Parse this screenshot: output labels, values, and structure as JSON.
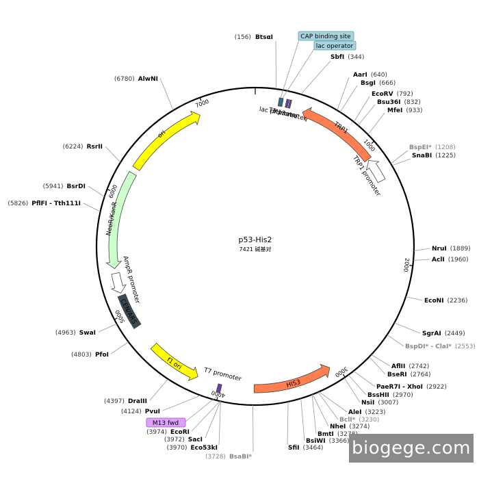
{
  "plasmid": {
    "name": "p53-His2",
    "size_label": "7421 碱基对"
  },
  "ticks": [
    {
      "bp": 0,
      "label": ""
    },
    {
      "bp": 1000,
      "label": "1000"
    },
    {
      "bp": 2000,
      "label": "2000"
    },
    {
      "bp": 3000,
      "label": "3000"
    },
    {
      "bp": 4000,
      "label": "4000"
    },
    {
      "bp": 5000,
      "label": "5000"
    },
    {
      "bp": 6000,
      "label": "6000"
    },
    {
      "bp": 7000,
      "label": "7000"
    }
  ],
  "features": [
    {
      "name": "ori",
      "start": 6250,
      "end": 6950,
      "dir": 1,
      "color": "#ffff00",
      "label_pos": "in"
    },
    {
      "name": "NeoR/KanR",
      "start": 5380,
      "end": 6200,
      "dir": -1,
      "color": "#ccffcc",
      "label_pos": "in"
    },
    {
      "name": "AmpR promoter",
      "start": 5170,
      "end": 5340,
      "dir": -1,
      "color": "#ffffff",
      "label_pos": "out"
    },
    {
      "name": "CEN/ARS",
      "start": 4860,
      "end": 5150,
      "dir": 0,
      "color": "#3d4a52",
      "label_pos": "in"
    },
    {
      "name": "f1 ori",
      "start": 4200,
      "end": 4650,
      "dir": -1,
      "color": "#ffff00",
      "label_pos": "in"
    },
    {
      "name": "T7 promoter",
      "start": 3990,
      "end": 4020,
      "dir": -1,
      "color": "#6a3fa0",
      "label_pos": "out"
    },
    {
      "name": "HIS3",
      "start": 3060,
      "end": 3720,
      "dir": -1,
      "color": "#ff7f50",
      "label_pos": "in"
    },
    {
      "name": "TRP1",
      "start": 400,
      "end": 1080,
      "dir": -1,
      "color": "#ff7f50",
      "label_pos": "in"
    },
    {
      "name": "TRP1 promoter",
      "start": 1090,
      "end": 1290,
      "dir": -1,
      "color": "#ffffff",
      "label_pos": "out"
    },
    {
      "name": "lac promoter",
      "start": 190,
      "end": 222,
      "dir": 0,
      "color": "#2f6f7f",
      "label_pos": "out"
    },
    {
      "name": "M13 rev",
      "start": 250,
      "end": 268,
      "dir": 0,
      "color": "#6a3fa0",
      "label_pos": "out"
    },
    {
      "name": "T3 promoter",
      "start": 275,
      "end": 290,
      "dir": 0,
      "color": "#6a3fa0",
      "label_pos": "out"
    }
  ],
  "sites": [
    {
      "id": "btsai",
      "name": "BtsαI",
      "pos": "(156)",
      "side": "left",
      "dim": false
    },
    {
      "id": "sbfi",
      "name": "SbfI",
      "pos": "(344)",
      "side": "right",
      "dim": false
    },
    {
      "id": "aari",
      "name": "AarI",
      "pos": "(640)",
      "side": "right",
      "dim": false
    },
    {
      "id": "bsgi",
      "name": "BsgI",
      "pos": "(666)",
      "side": "right",
      "dim": false
    },
    {
      "id": "ecorv",
      "name": "EcoRV",
      "pos": "(792)",
      "side": "right",
      "dim": false
    },
    {
      "id": "bsu36i",
      "name": "Bsu36I",
      "pos": "(832)",
      "side": "right",
      "dim": false
    },
    {
      "id": "mfei",
      "name": "MfeI",
      "pos": "(933)",
      "side": "right",
      "dim": false
    },
    {
      "id": "bspei",
      "name": "BspEI*",
      "pos": "(1208)",
      "side": "right",
      "dim": true
    },
    {
      "id": "snabi",
      "name": "SnaBI",
      "pos": "(1225)",
      "side": "right",
      "dim": false
    },
    {
      "id": "drui",
      "name": "NruI",
      "pos": "(1889)",
      "side": "right",
      "dim": false
    },
    {
      "id": "acli",
      "name": "AclI",
      "pos": "(1960)",
      "side": "right",
      "dim": false
    },
    {
      "id": "econi",
      "name": "EcoNI",
      "pos": "(2236)",
      "side": "right",
      "dim": false
    },
    {
      "id": "sgrai",
      "name": "SgrAI",
      "pos": "(2449)",
      "side": "right",
      "dim": false
    },
    {
      "id": "bspdi",
      "name": "BspDI* - ClaI*",
      "pos": "(2553)",
      "side": "right",
      "dim": true
    },
    {
      "id": "aflii",
      "name": "AflII",
      "pos": "(2742)",
      "side": "right",
      "dim": false
    },
    {
      "id": "bseri",
      "name": "BseRI",
      "pos": "(2764)",
      "side": "right",
      "dim": false
    },
    {
      "id": "paer7i",
      "name": "PaeR7I - XhoI",
      "pos": "(2922)",
      "side": "right",
      "dim": false
    },
    {
      "id": "bsshii",
      "name": "BssHII",
      "pos": "(2970)",
      "side": "right",
      "dim": false
    },
    {
      "id": "nsii",
      "name": "NsiI",
      "pos": "(3007)",
      "side": "right",
      "dim": false
    },
    {
      "id": "alei",
      "name": "AleI",
      "pos": "(3223)",
      "side": "right",
      "dim": false
    },
    {
      "id": "bcli",
      "name": "BclI*",
      "pos": "(3230)",
      "side": "right",
      "dim": true
    },
    {
      "id": "nhei",
      "name": "NheI",
      "pos": "(3274)",
      "side": "right",
      "dim": false
    },
    {
      "id": "bmti",
      "name": "BmtI",
      "pos": "(3278)",
      "side": "right",
      "dim": false
    },
    {
      "id": "bsiwi",
      "name": "BsiWI",
      "pos": "(3366)",
      "side": "right",
      "dim": false
    },
    {
      "id": "sfii",
      "name": "SfiI",
      "pos": "(3464)",
      "side": "right",
      "dim": false
    },
    {
      "id": "bsabi",
      "name": "BsaBI*",
      "pos": "(3728)",
      "side": "left",
      "dim": true
    },
    {
      "id": "eco53ki",
      "name": "Eco53kI",
      "pos": "(3970)",
      "side": "left",
      "dim": false
    },
    {
      "id": "saci",
      "name": "SacI",
      "pos": "(3972)",
      "side": "left",
      "dim": false
    },
    {
      "id": "ecori",
      "name": "EcoRI",
      "pos": "(3974)",
      "side": "left",
      "dim": false
    },
    {
      "id": "pvui",
      "name": "PvuI",
      "pos": "(4124)",
      "side": "left",
      "dim": false
    },
    {
      "id": "draiii",
      "name": "DraIII",
      "pos": "(4397)",
      "side": "left",
      "dim": false
    },
    {
      "id": "pfoi",
      "name": "PfoI",
      "pos": "(4803)",
      "side": "left",
      "dim": false
    },
    {
      "id": "swai",
      "name": "SwaI",
      "pos": "(4963)",
      "side": "left",
      "dim": false
    },
    {
      "id": "pflfi",
      "name": "PflFI - Tth111I",
      "pos": "(5826)",
      "side": "left",
      "dim": false
    },
    {
      "id": "bsrdi",
      "name": "BsrDI",
      "pos": "(5941)",
      "side": "left",
      "dim": false
    },
    {
      "id": "rsrii",
      "name": "RsrII",
      "pos": "(6224)",
      "side": "left",
      "dim": false
    },
    {
      "id": "alwni",
      "name": "AlwNI",
      "pos": "(6780)",
      "side": "left",
      "dim": false
    }
  ],
  "boxed": [
    {
      "id": "cap",
      "text": "CAP binding site",
      "color": "#a9d4dd"
    },
    {
      "id": "lacop",
      "text": "lac operator",
      "color": "#a9d4dd"
    },
    {
      "id": "m13fwd",
      "text": "M13 fwd",
      "color": "#dda0ff"
    }
  ],
  "watermark": "biogege.com",
  "colors": {
    "ring": "#000000",
    "leader": "#999999",
    "dim_text": "#888888"
  }
}
